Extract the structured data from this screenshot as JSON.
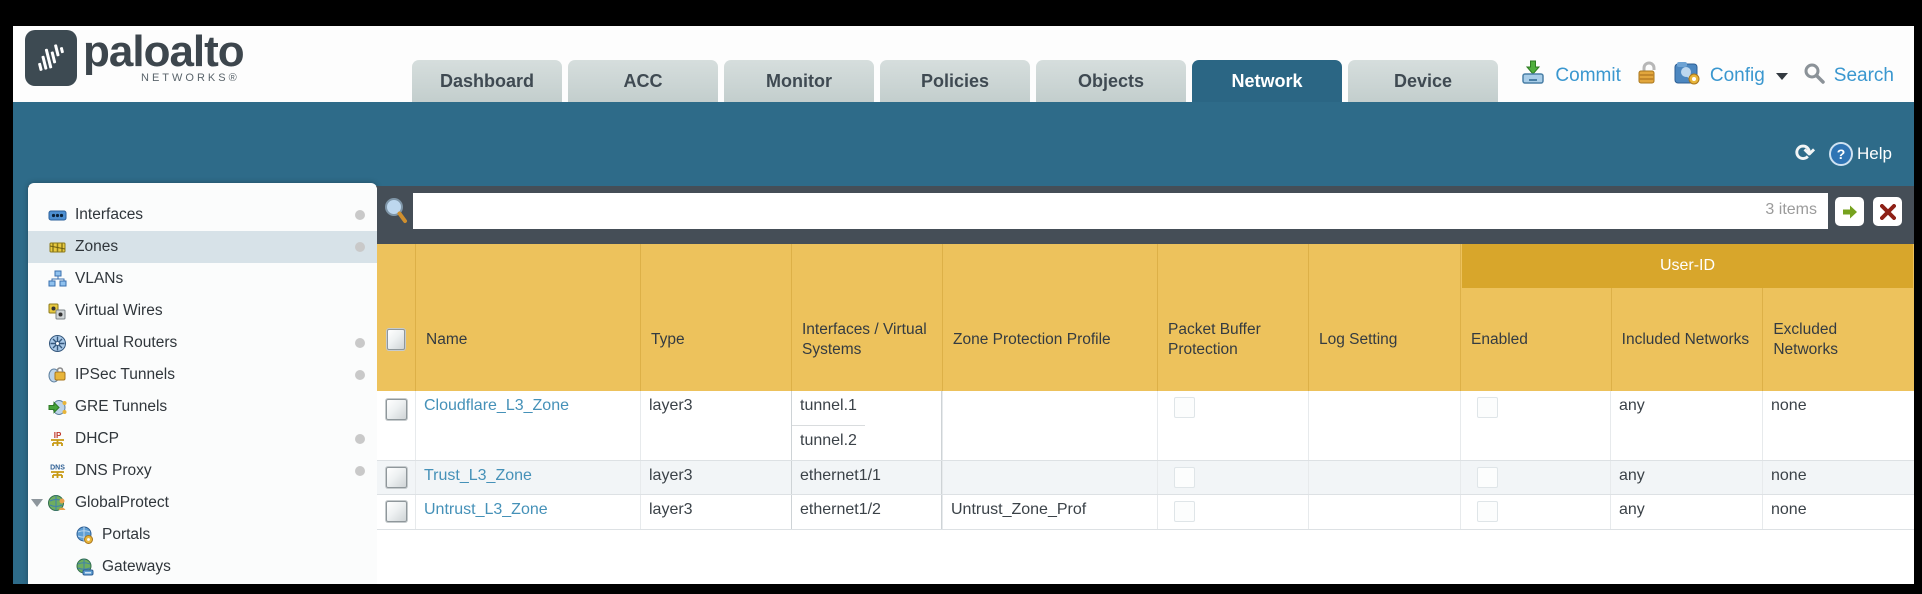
{
  "brand": {
    "name": "paloalto",
    "sub": "NETWORKS®"
  },
  "tabs": [
    {
      "label": "Dashboard",
      "active": false
    },
    {
      "label": "ACC",
      "active": false
    },
    {
      "label": "Monitor",
      "active": false
    },
    {
      "label": "Policies",
      "active": false
    },
    {
      "label": "Objects",
      "active": false
    },
    {
      "label": "Network",
      "active": true
    },
    {
      "label": "Device",
      "active": false
    }
  ],
  "top_actions": {
    "commit": "Commit",
    "config": "Config",
    "search": "Search"
  },
  "band": {
    "help": "Help"
  },
  "toolbar": {
    "filter_value": "",
    "items_count": "3 items"
  },
  "sidebar": {
    "items": [
      {
        "label": "Interfaces",
        "icon": "interfaces-icon",
        "dot": true,
        "selected": false
      },
      {
        "label": "Zones",
        "icon": "zones-icon",
        "dot": true,
        "selected": true
      },
      {
        "label": "VLANs",
        "icon": "vlans-icon",
        "dot": false,
        "selected": false
      },
      {
        "label": "Virtual Wires",
        "icon": "virtual-wires-icon",
        "dot": false,
        "selected": false
      },
      {
        "label": "Virtual Routers",
        "icon": "virtual-routers-icon",
        "dot": true,
        "selected": false
      },
      {
        "label": "IPSec Tunnels",
        "icon": "ipsec-tunnels-icon",
        "dot": true,
        "selected": false
      },
      {
        "label": "GRE Tunnels",
        "icon": "gre-tunnels-icon",
        "dot": false,
        "selected": false
      },
      {
        "label": "DHCP",
        "icon": "dhcp-icon",
        "dot": true,
        "selected": false
      },
      {
        "label": "DNS Proxy",
        "icon": "dns-proxy-icon",
        "dot": true,
        "selected": false
      },
      {
        "label": "GlobalProtect",
        "icon": "globalprotect-icon",
        "dot": false,
        "selected": false,
        "expanded": true,
        "children": [
          {
            "label": "Portals",
            "icon": "portals-icon"
          },
          {
            "label": "Gateways",
            "icon": "gateways-icon"
          }
        ]
      }
    ]
  },
  "table": {
    "group_header": "User-ID",
    "columns": [
      "Name",
      "Type",
      "Interfaces / Virtual Systems",
      "Zone Protection Profile",
      "Packet Buffer Protection",
      "Log Setting",
      "Enabled",
      "Included Networks",
      "Excluded Networks"
    ],
    "rows": [
      {
        "name": "Cloudflare_L3_Zone",
        "type": "layer3",
        "interfaces": [
          "tunnel.1",
          "tunnel.2"
        ],
        "zone_protection_profile": "",
        "packet_buffer_protection_checked": false,
        "log_setting": "",
        "enabled_checked": false,
        "included_networks": "any",
        "excluded_networks": "none"
      },
      {
        "name": "Trust_L3_Zone",
        "type": "layer3",
        "interfaces": [
          "ethernet1/1"
        ],
        "zone_protection_profile": "",
        "packet_buffer_protection_checked": false,
        "log_setting": "",
        "enabled_checked": false,
        "included_networks": "any",
        "excluded_networks": "none"
      },
      {
        "name": "Untrust_L3_Zone",
        "type": "layer3",
        "interfaces": [
          "ethernet1/2"
        ],
        "zone_protection_profile": "Untrust_Zone_Prof",
        "packet_buffer_protection_checked": false,
        "log_setting": "",
        "enabled_checked": false,
        "included_networks": "any",
        "excluded_networks": "none"
      }
    ]
  },
  "colors": {
    "teal_band": "#2e6b89",
    "active_tab": "#2b6684",
    "toolbar_charcoal": "#454e57",
    "header_amber": "#edc25c",
    "user_id_band": "#d8a62b",
    "link_blue": "#3a97cf",
    "zone_link": "#4591b8",
    "alt_row": "#f2f5f7",
    "selected_side_item": "#d7e2e8"
  }
}
